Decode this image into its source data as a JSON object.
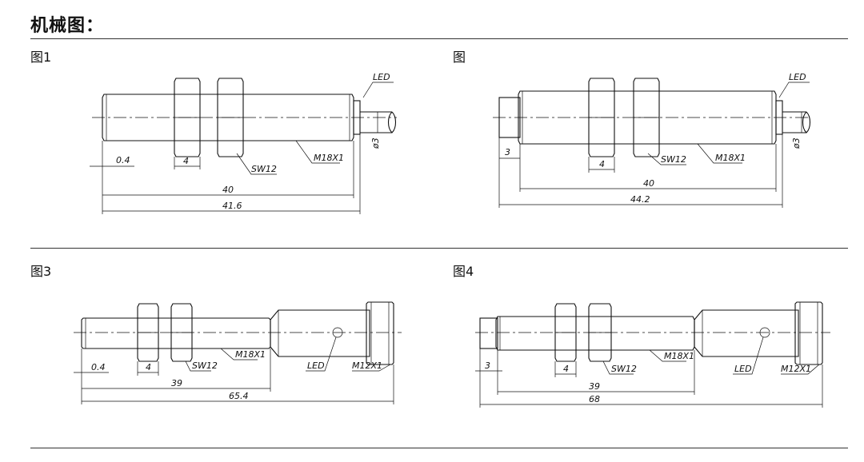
{
  "page": {
    "title": "机械图："
  },
  "figures": [
    {
      "label": "图1",
      "annotations": {
        "led": "LED",
        "thread": "M18X1",
        "wrench": "SW12",
        "cable_dia": "ø3"
      },
      "dimensions": {
        "front_offset": "0.4",
        "nut_width": "4",
        "body_length": "40",
        "total_length": "41.6"
      }
    },
    {
      "label": "图",
      "annotations": {
        "led": "LED",
        "thread": "M18X1",
        "wrench": "SW12",
        "cable_dia": "ø3"
      },
      "dimensions": {
        "front_offset": "3",
        "nut_width": "4",
        "body_length": "40",
        "total_length": "44.2"
      }
    },
    {
      "label": "图3",
      "annotations": {
        "led": "LED",
        "thread": "M18X1",
        "wrench": "SW12",
        "connector": "M12X1"
      },
      "dimensions": {
        "front_offset": "0.4",
        "nut_width": "4",
        "body_length": "39",
        "total_length": "65.4"
      }
    },
    {
      "label": "图4",
      "annotations": {
        "led": "LED",
        "thread": "M18X1",
        "wrench": "SW12",
        "connector": "M12X1"
      },
      "dimensions": {
        "front_offset": "3",
        "nut_width": "4",
        "body_length": "39",
        "total_length": "68"
      }
    }
  ]
}
